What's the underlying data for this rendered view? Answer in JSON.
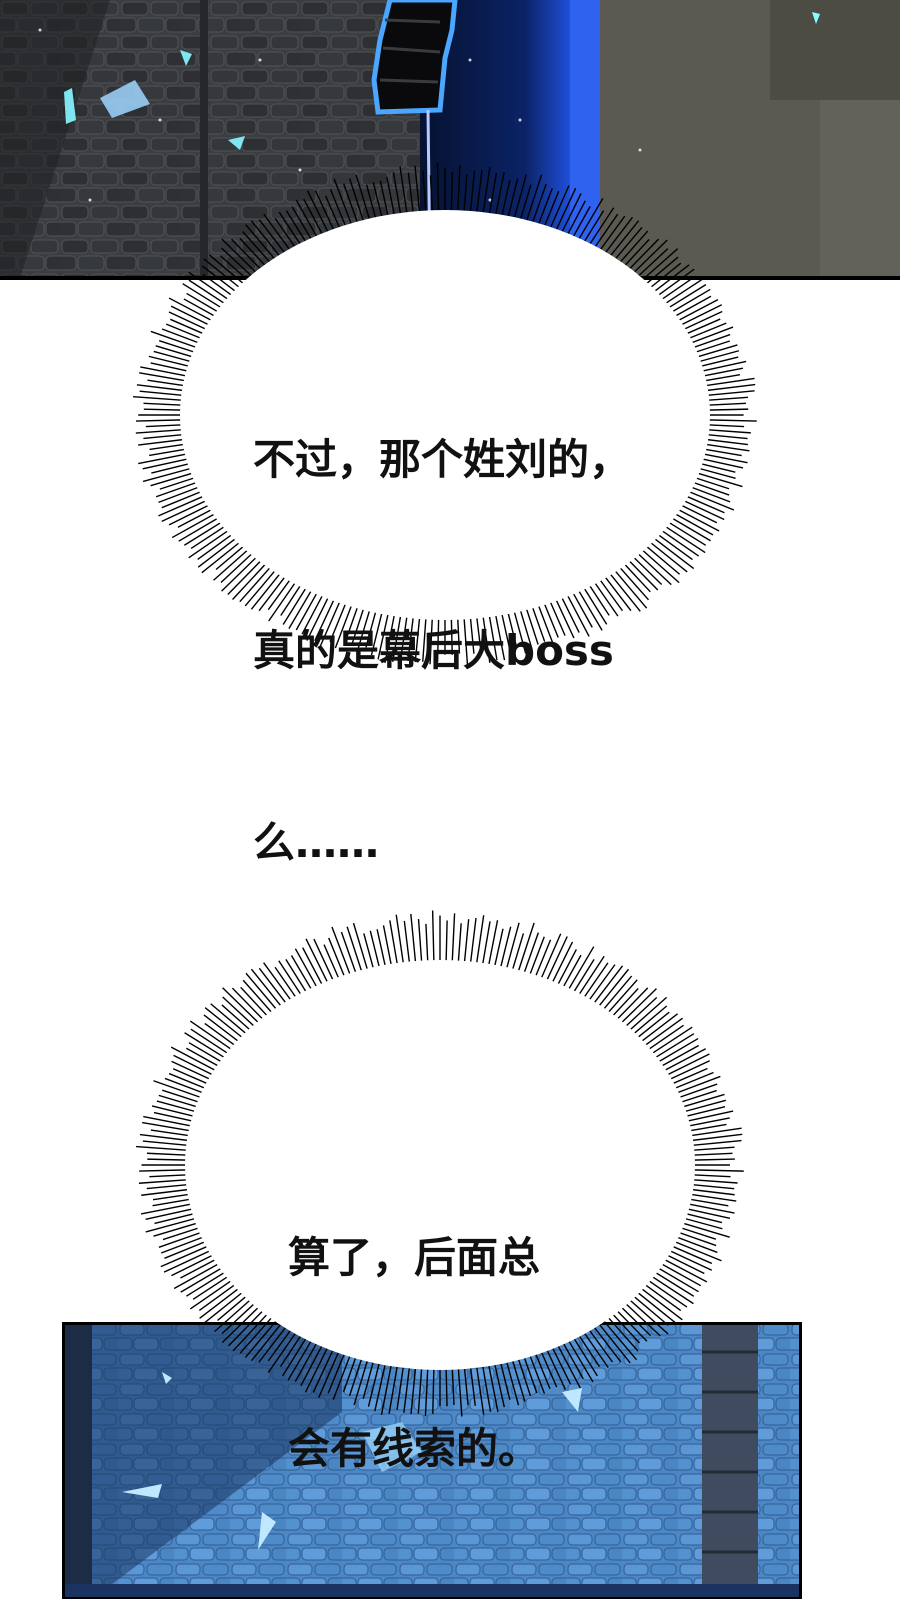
{
  "bubbles": [
    {
      "lines": [
        "不过，那个姓刘的，",
        "真的是幕后大boss",
        "么……"
      ]
    },
    {
      "lines": [
        "算了，后面总",
        "会有线索的。"
      ]
    }
  ],
  "colors": {
    "top_panel_stone": "#3a3b3d",
    "top_panel_blue": "#0e2a6a",
    "bottom_panel_stone": "#3f6fa8",
    "bubble_fill": "#ffffff",
    "text": "#111111"
  }
}
